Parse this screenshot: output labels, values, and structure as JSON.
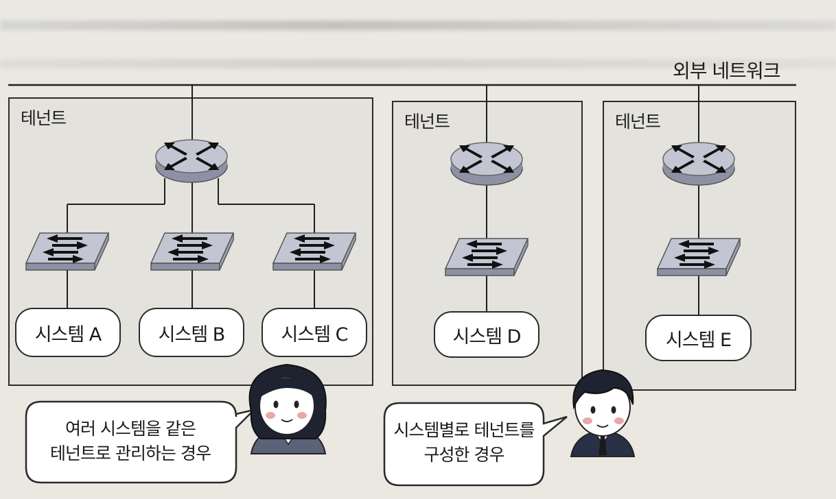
{
  "external_network": {
    "label": "외부 네트워크"
  },
  "tenants": [
    {
      "label": "테넌트"
    },
    {
      "label": "테넌트"
    },
    {
      "label": "테넌트"
    }
  ],
  "systems": [
    {
      "label": "시스템 A"
    },
    {
      "label": "시스템 B"
    },
    {
      "label": "시스템 C"
    },
    {
      "label": "시스템 D"
    },
    {
      "label": "시스템 E"
    }
  ],
  "speech_bubbles": {
    "left": {
      "line1": "여러 시스템을 같은",
      "line2": "테넌트로 관리하는 경우"
    },
    "right": {
      "line1": "시스템별로 테넌트를",
      "line2": "구성한 경우"
    }
  },
  "icons": {
    "router": "router-icon",
    "switch": "switch-icon",
    "woman": "woman-avatar-icon",
    "man": "man-avatar-icon"
  },
  "colors": {
    "tenant_fill": "#e4e2dd",
    "device_fill": "#a9adbd",
    "device_top": "#c3c6d2",
    "line": "#1e1e1e"
  }
}
